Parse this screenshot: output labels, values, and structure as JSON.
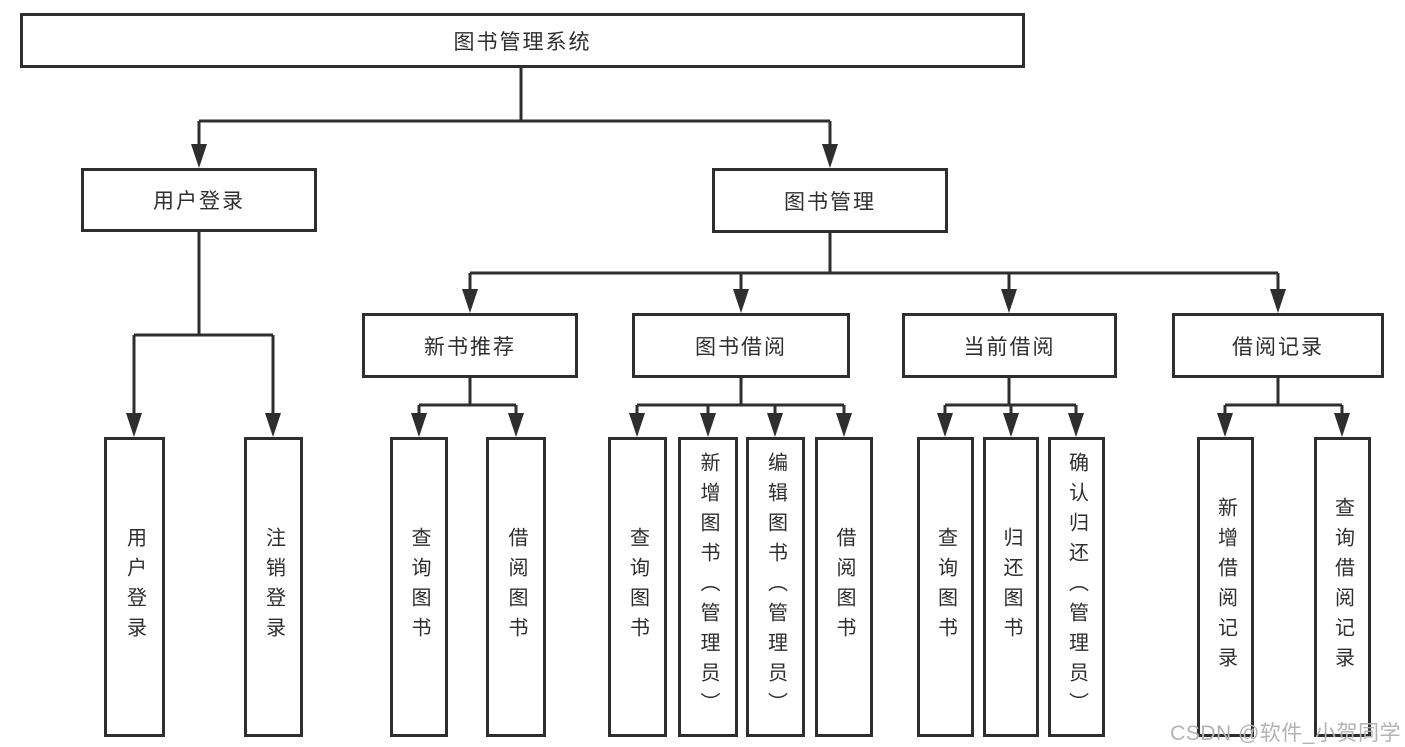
{
  "diagram": {
    "title": "图书管理系统",
    "branches": {
      "user_login": "用户登录",
      "book_mgmt": "图书管理"
    },
    "modules": {
      "new_books": "新书推荐",
      "book_borrow": "图书借阅",
      "current_borrow": "当前借阅",
      "borrow_records": "借阅记录"
    },
    "leaves": {
      "user_login": [
        "用户登录",
        "注销登录"
      ],
      "new_books": [
        "查询图书",
        "借阅图书"
      ],
      "book_borrow": [
        "查询图书",
        "新增图书（管理员）",
        "编辑图书（管理员）",
        "借阅图书"
      ],
      "current_borrow": [
        "查询图书",
        "归还图书",
        "确认归还（管理员）"
      ],
      "borrow_records": [
        "新增借阅记录",
        "查询借阅记录"
      ]
    },
    "colors": {
      "line": "#2e2e2e",
      "text": "#2e2e2e",
      "background": "#ffffff",
      "watermark": "#b3b3b3"
    },
    "watermark": "CSDN @软件_小贺同学"
  }
}
